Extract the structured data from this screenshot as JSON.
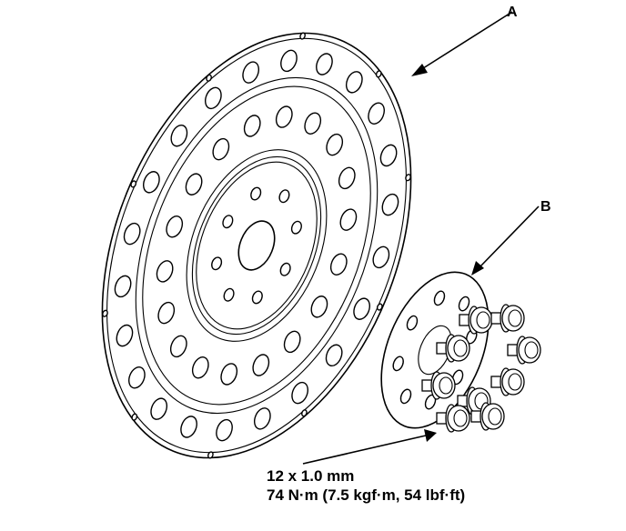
{
  "callouts": {
    "a": "A",
    "b": "B"
  },
  "spec": {
    "line1": "12 x 1.0 mm",
    "line2": "74 N·m (7.5 kgf·m, 54 lbf·ft)"
  }
}
